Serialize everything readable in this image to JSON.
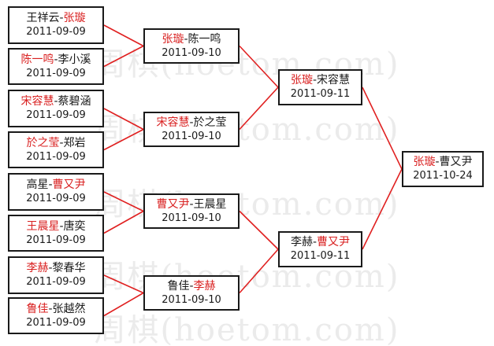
{
  "watermark": "周棋(hoetom.com)",
  "colors": {
    "winner": "#d92020",
    "line": "#e02020",
    "border": "#1a1a1a",
    "text": "#1a1a1a"
  },
  "matches": [
    {
      "id": "r1m1",
      "round": 1,
      "a": "王祥云",
      "b": "张璇",
      "winner": "b",
      "date": "2011-09-09"
    },
    {
      "id": "r1m2",
      "round": 1,
      "a": "陈一鸣",
      "b": "李小溪",
      "winner": "a",
      "date": "2011-09-09"
    },
    {
      "id": "r1m3",
      "round": 1,
      "a": "宋容慧",
      "b": "蔡碧涵",
      "winner": "a",
      "date": "2011-09-09"
    },
    {
      "id": "r1m4",
      "round": 1,
      "a": "於之莹",
      "b": "郑岩",
      "winner": "a",
      "date": "2011-09-09"
    },
    {
      "id": "r1m5",
      "round": 1,
      "a": "高星",
      "b": "曹又尹",
      "winner": "b",
      "date": "2011-09-09"
    },
    {
      "id": "r1m6",
      "round": 1,
      "a": "王晨星",
      "b": "唐奕",
      "winner": "a",
      "date": "2011-09-09"
    },
    {
      "id": "r1m7",
      "round": 1,
      "a": "李赫",
      "b": "黎春华",
      "winner": "a",
      "date": "2011-09-09"
    },
    {
      "id": "r1m8",
      "round": 1,
      "a": "鲁佳",
      "b": "张越然",
      "winner": "a",
      "date": "2011-09-09"
    },
    {
      "id": "r2m1",
      "round": 2,
      "a": "张璇",
      "b": "陈一鸣",
      "winner": "a",
      "date": "2011-09-10"
    },
    {
      "id": "r2m2",
      "round": 2,
      "a": "宋容慧",
      "b": "於之莹",
      "winner": "a",
      "date": "2011-09-10"
    },
    {
      "id": "r2m3",
      "round": 2,
      "a": "曹又尹",
      "b": "王晨星",
      "winner": "a",
      "date": "2011-09-10"
    },
    {
      "id": "r2m4",
      "round": 2,
      "a": "鲁佳",
      "b": "李赫",
      "winner": "b",
      "date": "2011-09-10"
    },
    {
      "id": "r3m1",
      "round": 3,
      "a": "张璇",
      "b": "宋容慧",
      "winner": "a",
      "date": "2011-09-11"
    },
    {
      "id": "r3m2",
      "round": 3,
      "a": "李赫",
      "b": "曹又尹",
      "winner": "b",
      "date": "2011-09-11"
    },
    {
      "id": "final",
      "round": 4,
      "a": "张璇",
      "b": "曹又尹",
      "winner": "a",
      "date": "2011-10-24"
    }
  ],
  "links": [
    [
      "r1m1",
      "r2m1"
    ],
    [
      "r1m2",
      "r2m1"
    ],
    [
      "r1m3",
      "r2m2"
    ],
    [
      "r1m4",
      "r2m2"
    ],
    [
      "r1m5",
      "r2m3"
    ],
    [
      "r1m6",
      "r2m3"
    ],
    [
      "r1m7",
      "r2m4"
    ],
    [
      "r1m8",
      "r2m4"
    ],
    [
      "r2m1",
      "r3m1"
    ],
    [
      "r2m2",
      "r3m1"
    ],
    [
      "r2m3",
      "r3m2"
    ],
    [
      "r2m4",
      "r3m2"
    ],
    [
      "r3m1",
      "final"
    ],
    [
      "r3m2",
      "final"
    ]
  ]
}
